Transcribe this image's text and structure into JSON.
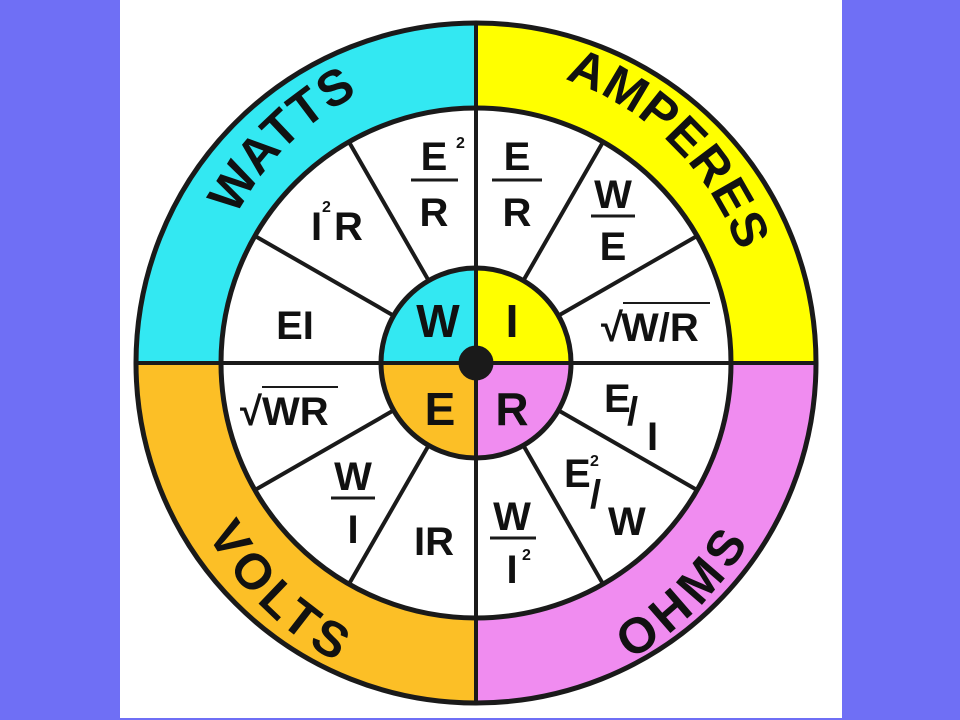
{
  "colors": {
    "page_bg": "#6f6ff5",
    "panel_bg": "#ffffff",
    "watts": "#33e8f2",
    "amperes": "#ffff00",
    "volts": "#fcbf26",
    "ohms": "#f08cf0",
    "line": "#1a1a1a"
  },
  "quadrants": {
    "watts": "WATTS",
    "amperes": "AMPERES",
    "volts": "VOLTS",
    "ohms": "OHMS"
  },
  "center": {
    "w": "W",
    "i": "I",
    "e": "E",
    "r": "R"
  },
  "formulas": {
    "w_e2_over_r": {
      "num": "E",
      "exp": "2",
      "den": "R"
    },
    "w_i2r": {
      "base": "I",
      "exp": "2",
      "rest": "R"
    },
    "w_ei": "EI",
    "i_e_over_r": {
      "num": "E",
      "den": "R"
    },
    "i_w_over_e": {
      "num": "W",
      "den": "E"
    },
    "i_sqrt_w_over_r": {
      "root": "√",
      "text": "W/R"
    },
    "e_sqrt_wr": {
      "root": "√",
      "text": "WR"
    },
    "e_w_over_i": {
      "num": "W",
      "den": "I"
    },
    "e_ir": "IR",
    "r_w_over_i2": {
      "num": "W",
      "den": "I",
      "exp": "2"
    },
    "r_e2_over_w": {
      "base": "E",
      "exp": "2",
      "slash": "/",
      "rest": "W"
    },
    "r_e_over_i": {
      "base": "E",
      "slash": "/",
      "rest": "I"
    }
  }
}
